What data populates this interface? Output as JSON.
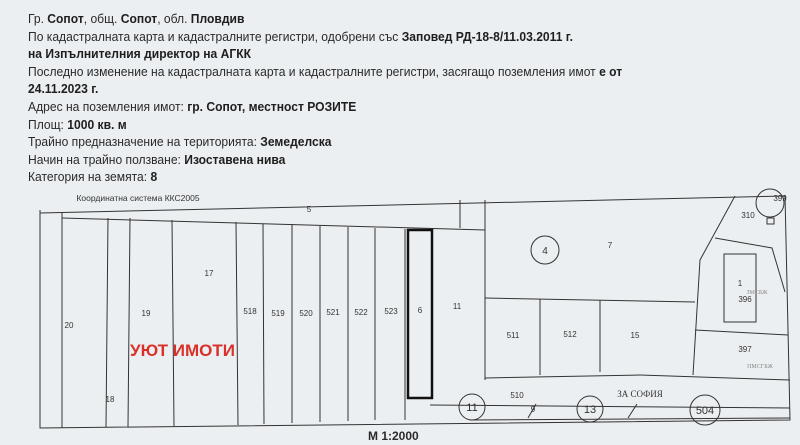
{
  "header": {
    "line1": {
      "p1": "Гр. ",
      "city": "Сопот",
      "p2": ", общ. ",
      "municipality": "Сопот",
      "p3": ", обл. ",
      "province": "Пловдив"
    },
    "line2": {
      "text": "По кадастралната карта и кадастралните регистри, одобрени със ",
      "order": "Заповед РД-18-8/11.03.2011 г."
    },
    "line3": {
      "order_by": "на Изпълнителния директор на АГКК"
    },
    "line4": {
      "text": "Последно изменение на кадастралната карта и кадастралните регистри, засягащо поземления имот ",
      "tail": "е от"
    },
    "line5": {
      "date": "24.11.2023 г."
    },
    "address": {
      "label": "Адрес на поземления имот: ",
      "value": "гр. Сопот, местност РОЗИТЕ"
    },
    "area": {
      "label": "Площ: ",
      "value": "1000 кв. м"
    },
    "purpose": {
      "label": "Трайно предназначение на територията: ",
      "value": "Земеделска"
    },
    "usage": {
      "label": "Начин на трайно ползване: ",
      "value": "Изоставена нива"
    },
    "category": {
      "label": "Категория на земята: ",
      "value": "8"
    }
  },
  "map": {
    "coordinate_system": "Координатна система ККС2005",
    "parcels": [
      "5",
      "17",
      "19",
      "20",
      "18",
      "518",
      "519",
      "520",
      "521",
      "522",
      "523",
      "6",
      "11",
      "4",
      "7",
      "511",
      "512",
      "15",
      "510",
      "9",
      "310",
      "1",
      "396",
      "397",
      "399"
    ],
    "circled": [
      "4",
      "11",
      "13",
      "504"
    ],
    "road_label": "ЗА СОФИЯ",
    "building_code": "ЗМСБЖ",
    "building_code2": "ПМСГБЖ",
    "highlighted_parcel": "6",
    "watermark": "УЮТ ИМОТИ",
    "watermark_color": "#d9302a",
    "scale": "М 1:2000"
  }
}
